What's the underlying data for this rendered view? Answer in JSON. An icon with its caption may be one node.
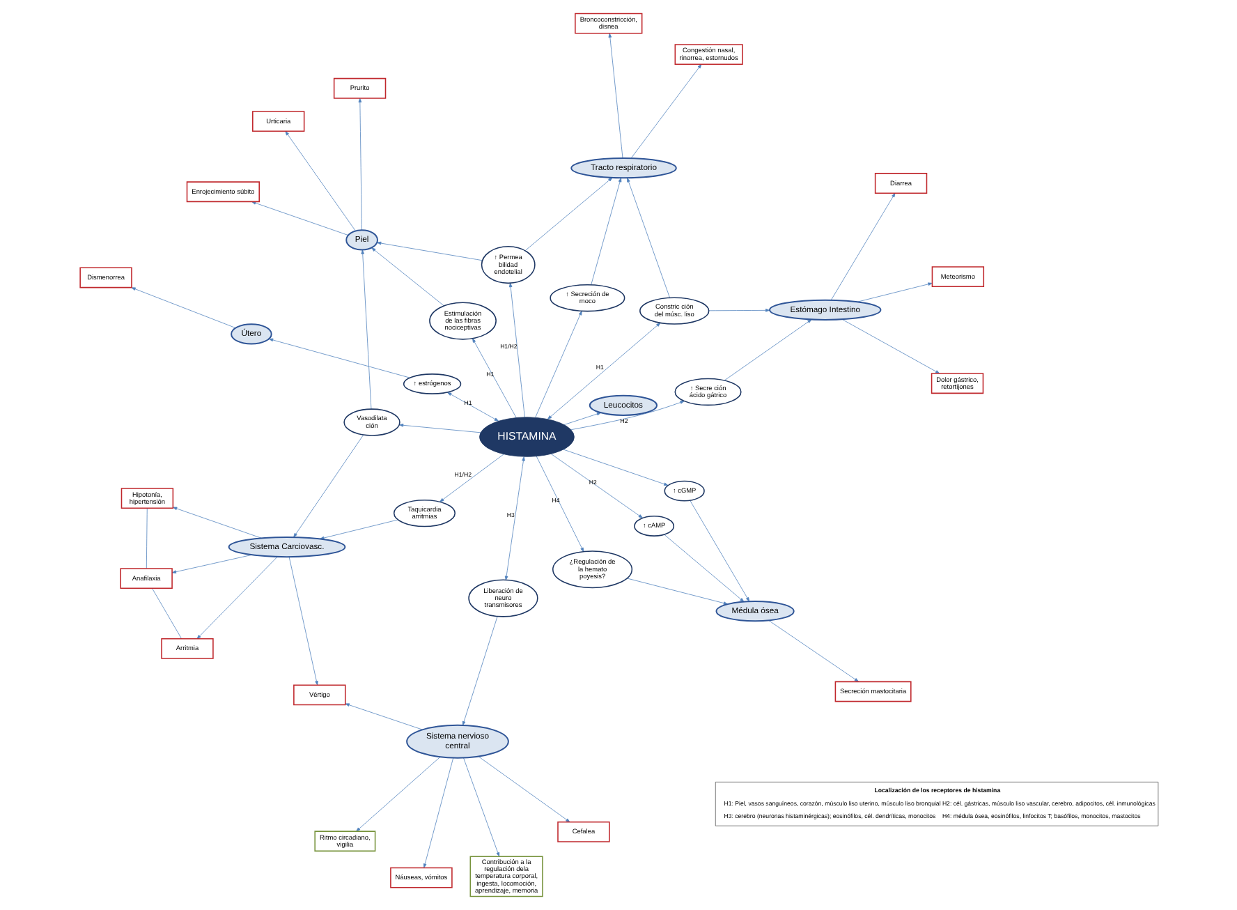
{
  "diagram": {
    "nodes": [
      {
        "text": [
          "Vértigo"
        ]
      },
      {
        "text": [
          "Cefalea"
        ]
      },
      {
        "text": [
          "Náuseas, vómitos"
        ]
      },
      {
        "text": [
          "Ritmo circadiano, vigilia"
        ]
      },
      {
        "text": [
          "Contribución a la regulación dela temperatura corporal, ingesta, locomoción, aprendizaje, memoria"
        ]
      },
      {
        "text": [
          "Hipotonía, hipertensión"
        ]
      },
      {
        "text": [
          "Anafilaxia"
        ]
      },
      {
        "text": [
          "Arritmia"
        ]
      },
      {
        "text": [
          "Sistema nervioso central"
        ]
      },
      {
        "text": [
          "Sistema Carciovasc."
        ]
      },
      {
        "text": [
          "Liberación de neuro transmisores"
        ]
      },
      {
        "text": [
          "¿Regulación de la hemato poyesis?"
        ]
      },
      {
        "text": [
          "Médula ósea"
        ]
      },
      {
        "text": [
          "Secreción mastocitaria"
        ]
      },
      {
        "text": [
          "Vasodilata ción"
        ]
      },
      {
        "text": [
          "↑ cGMP"
        ]
      },
      {
        "text": [
          "↑ cAMP"
        ]
      },
      {
        "text": [
          "Taquicardia arritmias"
        ]
      },
      {
        "text": [
          "HISTAMINA"
        ]
      },
      {
        "text": [
          "Leucocitos"
        ]
      },
      {
        "text": [
          "Enrojecimiento súbito"
        ]
      },
      {
        "text": [
          "Estimulación de las fibras nociceptivas"
        ]
      },
      {
        "text": [
          "↑ Secre ción ácido gátrico"
        ]
      },
      {
        "text": [
          "Prurito"
        ]
      },
      {
        "text": [
          "Piel"
        ]
      },
      {
        "text": [
          "↑ Permea bilidad endotelial"
        ]
      },
      {
        "text": [
          "↑ Secreción de moco"
        ]
      },
      {
        "text": [
          "Constric ción del músc. liso"
        ]
      },
      {
        "text": [
          "Estómago Intestino"
        ]
      },
      {
        "text": [
          "↑ estrógenos"
        ]
      },
      {
        "text": [
          "Urticaria"
        ]
      },
      {
        "text": [
          "Meteorismo"
        ]
      },
      {
        "text": [
          "Dolor gástrico, retortijones"
        ]
      },
      {
        "text": [
          "Tracto respiratorio"
        ]
      },
      {
        "text": [
          "Diarrea"
        ]
      },
      {
        "text": [
          "Útero"
        ]
      },
      {
        "text": [
          "Congestión nasal, rinorrea, estornudos"
        ]
      },
      {
        "text": [
          "Broncoconstricción, disnea"
        ]
      },
      {
        "text": [
          "Dismenorrea"
        ]
      },
      {
        "text": [
          "Localización de los receptores de histamina",
          "H1: Piel, vasos sanguíneos, corazón, músculo liso uterino, músculo liso bronquial",
          "H2: cél. gástricas, músculo liso vascular, cerebro, adipocitos, cél. inmunológicas",
          "H3: cerebro (neuronas histaminérgicas); eosinófilos, cél. dendríticas, monocitos",
          "H4: médula ósea, eosinófilos, linfocitos T; basófilos, monocitos, mastocitos"
        ]
      }
    ],
    "edges": [
      {
        "from": 8,
        "to": 0,
        "arrow": "to"
      },
      {
        "from": 8,
        "to": 1,
        "arrow": "to"
      },
      {
        "from": 8,
        "to": 2,
        "arrow": "to"
      },
      {
        "from": 8,
        "to": 3,
        "arrow": "to"
      },
      {
        "from": 8,
        "to": 4,
        "arrow": "to"
      },
      {
        "from": 9,
        "to": 0,
        "arrow": "to"
      },
      {
        "from": 9,
        "to": 5,
        "arrow": "to"
      },
      {
        "from": 9,
        "to": 6,
        "arrow": "to"
      },
      {
        "from": 9,
        "to": 7,
        "arrow": "to"
      },
      {
        "from": 5,
        "to": 6,
        "arrow": "none"
      },
      {
        "from": 6,
        "to": 7,
        "arrow": "none"
      },
      {
        "from": 10,
        "to": 8,
        "arrow": "to"
      },
      {
        "from": 18,
        "to": 10,
        "arrow": "both",
        "label": "H3"
      },
      {
        "from": 18,
        "to": 11,
        "arrow": "to",
        "label": "H4"
      },
      {
        "from": 11,
        "to": 12,
        "arrow": "to"
      },
      {
        "from": 12,
        "to": 13,
        "arrow": "to"
      },
      {
        "from": 18,
        "to": 15,
        "arrow": "to"
      },
      {
        "from": 15,
        "to": 12,
        "arrow": "to"
      },
      {
        "from": 16,
        "to": 12,
        "arrow": "to"
      },
      {
        "from": 18,
        "to": 16,
        "arrow": "to",
        "label": "H2"
      },
      {
        "from": 18,
        "to": 19,
        "arrow": "to"
      },
      {
        "from": 18,
        "to": 22,
        "arrow": "to",
        "label": "H2"
      },
      {
        "from": 22,
        "to": 28,
        "arrow": "to"
      },
      {
        "from": 18,
        "to": 27,
        "arrow": "both",
        "label": "H1"
      },
      {
        "from": 18,
        "to": 29,
        "arrow": "both",
        "label": "H1"
      },
      {
        "from": 27,
        "to": 28,
        "arrow": "to"
      },
      {
        "from": 27,
        "to": 33,
        "arrow": "to"
      },
      {
        "from": 29,
        "to": 35,
        "arrow": "to"
      },
      {
        "from": 35,
        "to": 38,
        "arrow": "to"
      },
      {
        "from": 28,
        "to": 31,
        "arrow": "to"
      },
      {
        "from": 28,
        "to": 34,
        "arrow": "to"
      },
      {
        "from": 28,
        "to": 32,
        "arrow": "to"
      },
      {
        "from": 18,
        "to": 14,
        "arrow": "to"
      },
      {
        "from": 18,
        "to": 17,
        "arrow": "to",
        "label": "H1/H2"
      },
      {
        "from": 14,
        "to": 9,
        "arrow": "to"
      },
      {
        "from": 17,
        "to": 9,
        "arrow": "to"
      },
      {
        "from": 14,
        "to": 24,
        "arrow": "to"
      },
      {
        "from": 18,
        "to": 21,
        "arrow": "to",
        "label": "H1"
      },
      {
        "from": 21,
        "to": 24,
        "arrow": "to"
      },
      {
        "from": 18,
        "to": 25,
        "arrow": "to",
        "label": "H1/H2"
      },
      {
        "from": 25,
        "to": 24,
        "arrow": "to"
      },
      {
        "from": 25,
        "to": 33,
        "arrow": "to"
      },
      {
        "from": 18,
        "to": 26,
        "arrow": "to"
      },
      {
        "from": 26,
        "to": 33,
        "arrow": "to"
      },
      {
        "from": 24,
        "to": 20,
        "arrow": "to"
      },
      {
        "from": 24,
        "to": 23,
        "arrow": "to"
      },
      {
        "from": 24,
        "to": 30,
        "arrow": "to"
      },
      {
        "from": 33,
        "to": 36,
        "arrow": "to"
      },
      {
        "from": 33,
        "to": 37,
        "arrow": "to"
      }
    ]
  }
}
